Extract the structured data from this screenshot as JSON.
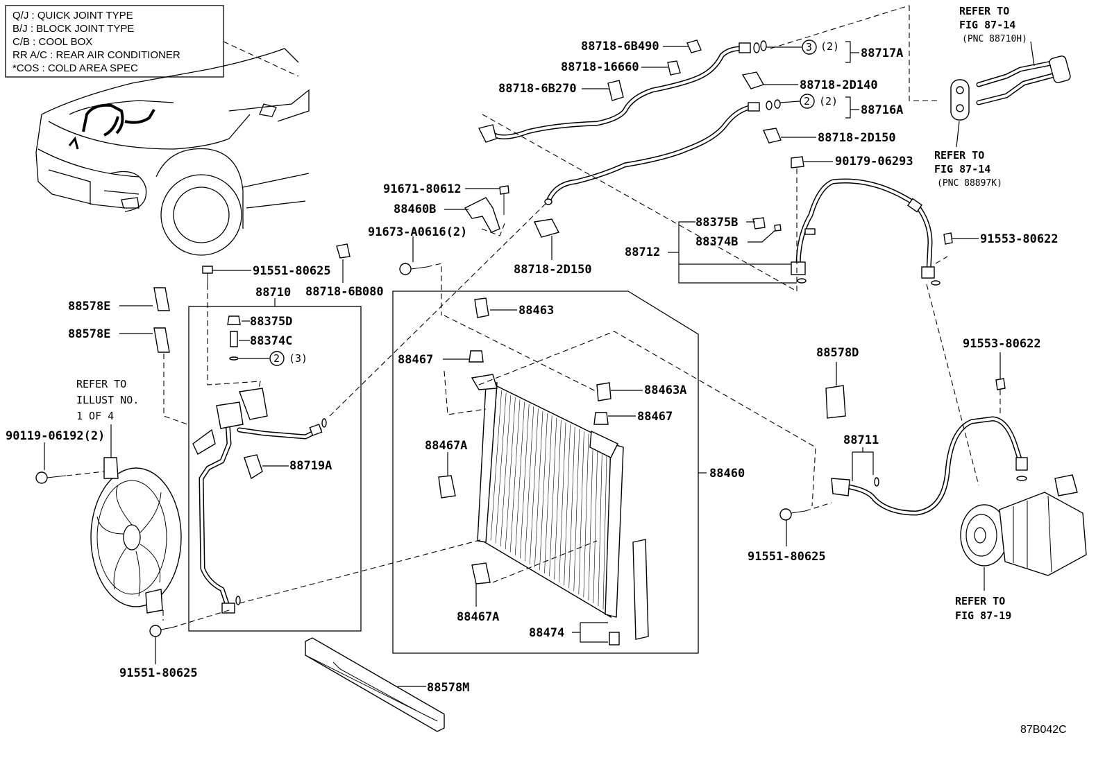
{
  "legend": [
    "Q/J  :  QUICK JOINT TYPE",
    "B/J  :  BLOCK JOINT TYPE",
    "C/B  :  COOL BOX",
    "RR A/C  :  REAR AIR CONDITIONER",
    "*COS  :  COLD AREA SPEC"
  ],
  "parts": {
    "p88718_6B490": "88718-6B490",
    "p88718_16660": "88718-16660",
    "p88718_6B270": "88718-6B270",
    "p88717A": "88717A",
    "p88717A_qty": "(2)",
    "p88718_2D140": "88718-2D140",
    "p88716A": "88716A",
    "p88716A_qty": "(2)",
    "p88718_2D150a": "88718-2D150",
    "p90179_06293": "90179-06293",
    "p91671_80612": "91671-80612",
    "p88460B": "88460B",
    "p91673_A0616": "91673-A0616(2)",
    "p88718_2D150b": "88718-2D150",
    "p88375B": "88375B",
    "p88374B": "88374B",
    "p88712": "88712",
    "p91553_80622a": "91553-80622",
    "p91551_80625a": "91551-80625",
    "p88710": "88710",
    "p88718_6B080": "88718-6B080",
    "p88578E_1": "88578E",
    "p88578E_2": "88578E",
    "p88375D": "88375D",
    "p88374C": "88374C",
    "p88710_qty": "(3)",
    "p88463": "88463",
    "p88467a": "88467",
    "p88463A": "88463A",
    "p88467b": "88467",
    "p88467A_1": "88467A",
    "p88467A_2": "88467A",
    "p88460": "88460",
    "p88474": "88474",
    "p88719A": "88719A",
    "p90119_06192": "90119-06192(2)",
    "p91551_80625b": "91551-80625",
    "p88578M": "88578M",
    "p88578D": "88578D",
    "p88711": "88711",
    "p91551_80625c": "91551-80625",
    "p91553_80622b": "91553-80622"
  },
  "circles": {
    "c3": "3",
    "c2a": "2",
    "c2b": "2"
  },
  "refs": {
    "ref_top_right": [
      "REFER TO",
      "FIG 87-14",
      "(PNC 88710H)"
    ],
    "ref_mid_right": [
      "REFER TO",
      "FIG 87-14",
      "(PNC 88897K)"
    ],
    "ref_illust": [
      "REFER TO",
      "ILLUST NO.",
      "1 OF 4"
    ],
    "ref_fig_87_19": [
      "REFER TO",
      "FIG 87-19"
    ]
  },
  "figure_id": "87B042C"
}
